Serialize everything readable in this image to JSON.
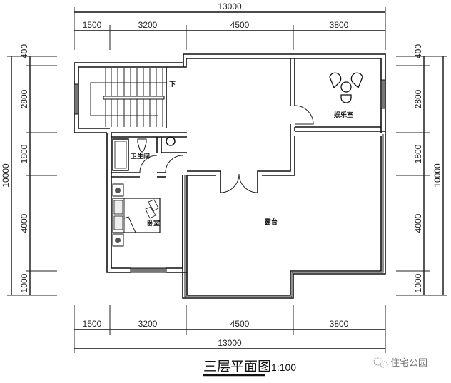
{
  "drawing": {
    "title": "三层平面图",
    "scale": "1:100",
    "watermark": "住宅公园"
  },
  "dimensions": {
    "top_total": "13000",
    "top_segments": [
      "1500",
      "3200",
      "4500",
      "3800"
    ],
    "bottom_segments": [
      "1500",
      "3200",
      "4500",
      "3800"
    ],
    "bottom_total": "13000",
    "left_total": "10000",
    "left_segments": [
      "400",
      "2800",
      "1800",
      "4000",
      "1000"
    ],
    "right_total": "10000",
    "right_segments": [
      "400",
      "2800",
      "1800",
      "4000",
      "1000"
    ]
  },
  "rooms": {
    "stair_label": "下",
    "bathroom": "卫生间",
    "bedroom": "卧室",
    "entertainment": "娱乐室",
    "terrace": "露台"
  },
  "colors": {
    "line": "#111111",
    "background": "#ffffff",
    "window_fill": "#666666"
  }
}
